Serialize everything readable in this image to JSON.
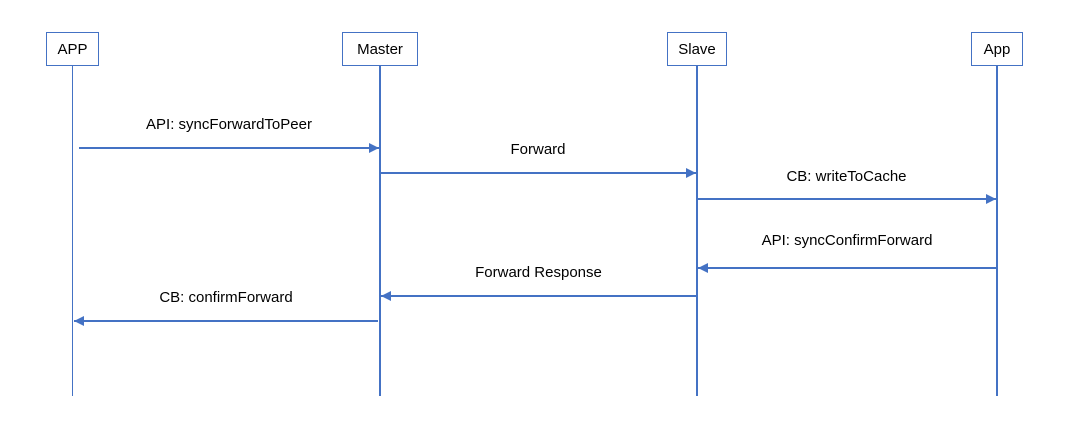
{
  "diagram": {
    "type": "sequence-diagram",
    "background_color": "#ffffff",
    "line_color": "#4472C4",
    "text_color": "#000000",
    "actors": [
      {
        "label": "APP"
      },
      {
        "label": "Master"
      },
      {
        "label": "Slave"
      },
      {
        "label": "App"
      }
    ],
    "messages": [
      {
        "label": "API: syncForwardToPeer",
        "from": "APP",
        "to": "Master",
        "direction": "right"
      },
      {
        "label": "Forward",
        "from": "Master",
        "to": "Slave",
        "direction": "right"
      },
      {
        "label": "CB: writeToCache",
        "from": "Slave",
        "to": "App",
        "direction": "right"
      },
      {
        "label": "API: syncConfirmForward",
        "from": "App",
        "to": "Slave",
        "direction": "left"
      },
      {
        "label": "Forward Response",
        "from": "Slave",
        "to": "Master",
        "direction": "left"
      },
      {
        "label": "CB: confirmForward",
        "from": "Master",
        "to": "APP",
        "direction": "left"
      }
    ]
  }
}
